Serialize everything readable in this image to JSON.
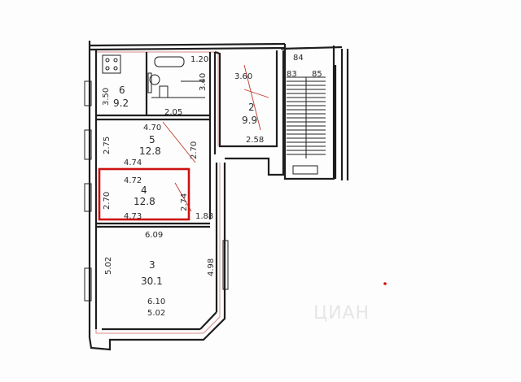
{
  "highlight_color": "#cc1111",
  "rooms": {
    "r6": {
      "num": "6",
      "area": "9.2",
      "dim_side": "3.50"
    },
    "r5": {
      "num": "5",
      "area": "12.8",
      "dim_top": "4.70",
      "dim_bottom": "4.74",
      "dim_right": "2.70",
      "dim_left": "2.75"
    },
    "r4": {
      "num": "4",
      "area": "12.8",
      "dim_top": "4.72",
      "dim_bottom": "4.73",
      "dim_left": "2.70",
      "dim_right": "2.74"
    },
    "r3": {
      "num": "3",
      "area": "30.1",
      "dim_top": "6.09",
      "dim_bottom_a": "6.10",
      "dim_bottom_b": "5.02",
      "dim_left": "5.02",
      "dim_right": "4.98"
    },
    "r2": {
      "num": "2",
      "area": "9.9",
      "dim_top": "3.60",
      "dim_bottom": "2.58"
    },
    "bath": {
      "dim_a": "1.20",
      "dim_b": "2.05",
      "dim_c": "3.40"
    },
    "misc": {
      "dim_d": "1.88"
    }
  },
  "stairs": {
    "a": "84",
    "b": "83",
    "c": "85"
  },
  "watermark": "ЦИАН"
}
